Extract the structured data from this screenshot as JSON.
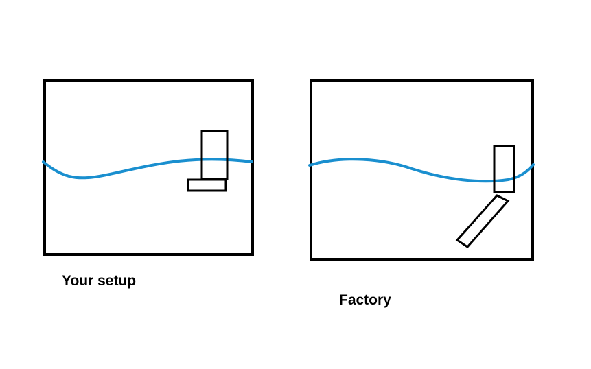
{
  "colors": {
    "frame_stroke": "#000000",
    "wave_stroke": "#1a8fcf",
    "background": "#ffffff"
  },
  "panels": [
    {
      "name": "your-setup",
      "caption": "Your setup"
    },
    {
      "name": "factory",
      "caption": "Factory"
    }
  ]
}
